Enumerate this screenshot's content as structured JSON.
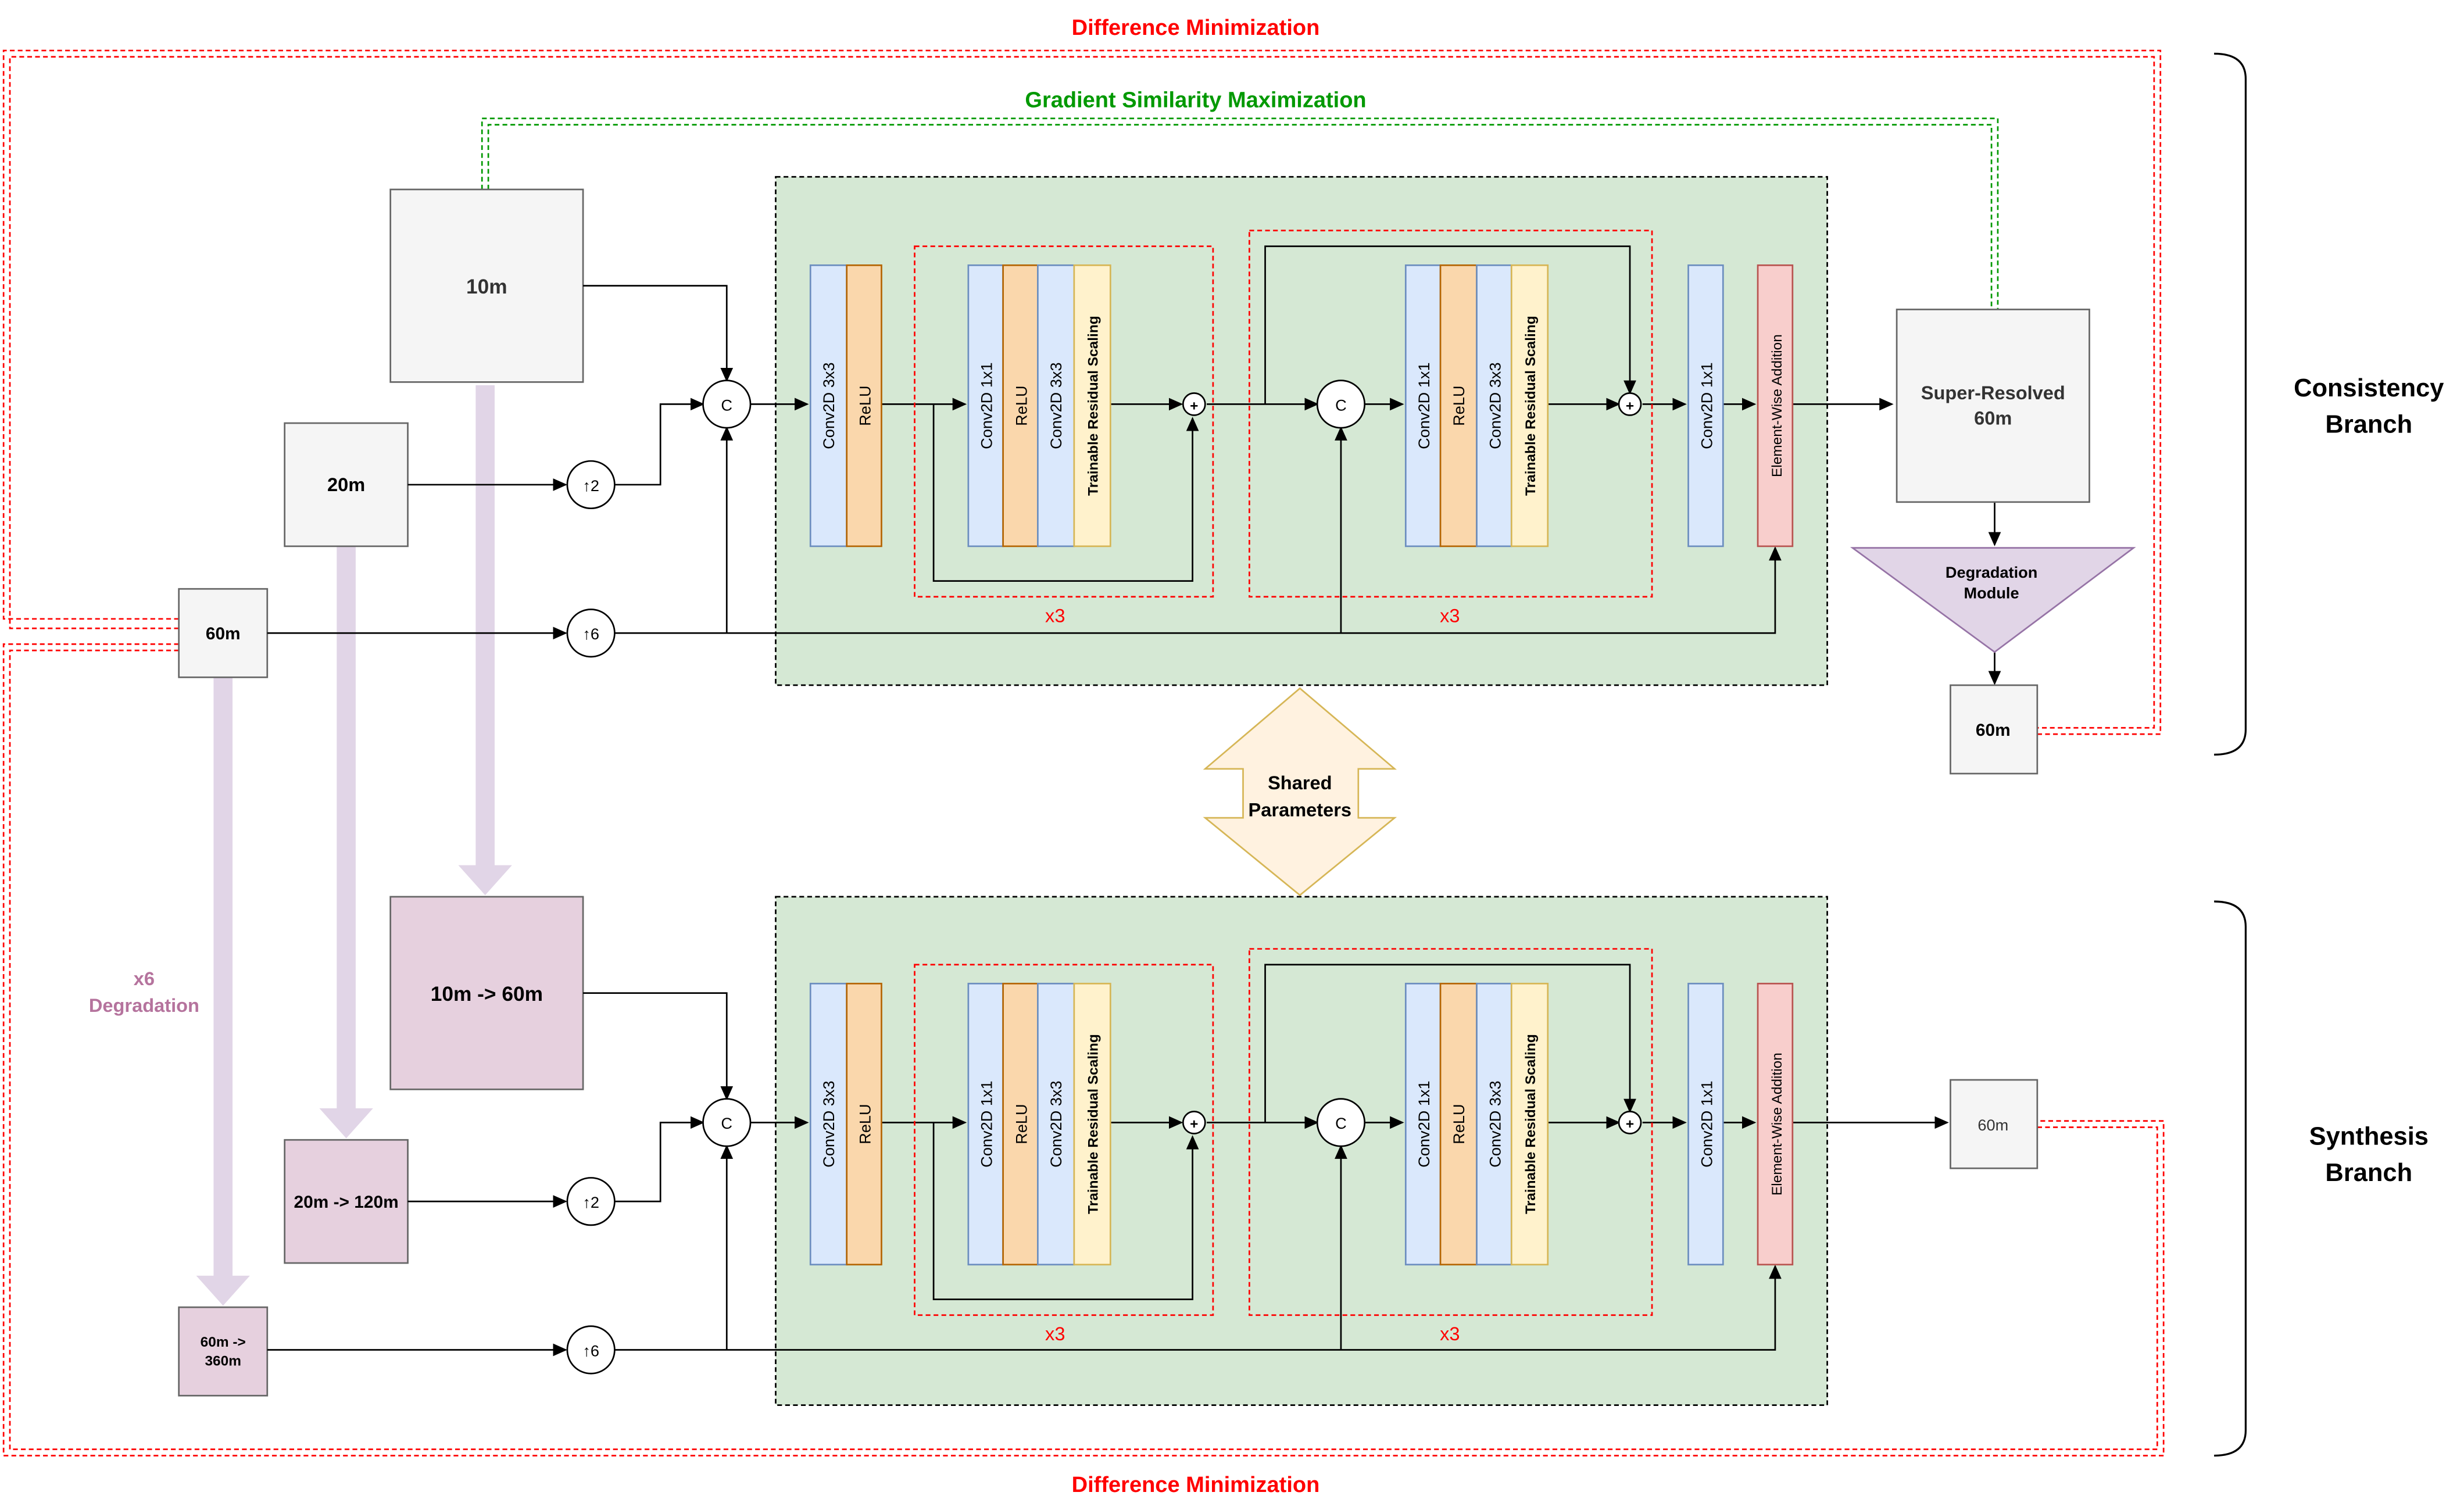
{
  "colors": {
    "panel_fill": "#d5e8d4",
    "conv_fill": "#dae8fc",
    "conv_stroke": "#6c8ebf",
    "relu_fill": "#fad7ac",
    "relu_stroke": "#b46504",
    "trs_fill": "#fff2cc",
    "trs_stroke": "#d6b656",
    "ewa_fill": "#f8cecc",
    "ewa_stroke": "#b85450",
    "input_fill": "#f5f5f5",
    "degraded_fill": "#e6d0de",
    "degradation_arrow": "#e1d5e7",
    "degradation_module_fill": "#e1d5e7",
    "degradation_module_stroke": "#9673a6",
    "shared_fill": "#fff2e0",
    "shared_stroke": "#d6b656",
    "red": "#ff0000",
    "green": "#009900",
    "purple_text": "#b5739d"
  },
  "top_labels": {
    "difference_top": "Difference Minimization",
    "gradient": "Gradient Similarity Maximization",
    "difference_bottom": "Difference Minimization"
  },
  "branches": {
    "consistency": [
      "Consistency",
      "Branch"
    ],
    "synthesis": [
      "Synthesis",
      "Branch"
    ]
  },
  "consistency_inputs": {
    "in10": "10m",
    "in20": "20m",
    "in60": "60m"
  },
  "synthesis_inputs": {
    "in10": "10m -> 60m",
    "in20": "20m -> 120m",
    "in60": [
      "60m ->",
      "360m"
    ]
  },
  "ops": {
    "concat": "C",
    "up2": "↑2",
    "up6": "↑6",
    "plus": "+"
  },
  "network": {
    "conv3": "Conv2D 3x3",
    "relu": "ReLU",
    "conv1": "Conv2D 1x1",
    "trs": "Trainable Residual Scaling",
    "ewa": "Element-Wise Addition",
    "repeat": "x3"
  },
  "outputs": {
    "super_resolved": [
      "Super-Resolved",
      "60m"
    ],
    "degradation_module": [
      "Degradation",
      "Module"
    ],
    "consistency_60m": "60m",
    "synthesis_60m": "60m"
  },
  "shared": [
    "Shared",
    "Parameters"
  ],
  "degradation_label": [
    "x6",
    "Degradation"
  ]
}
